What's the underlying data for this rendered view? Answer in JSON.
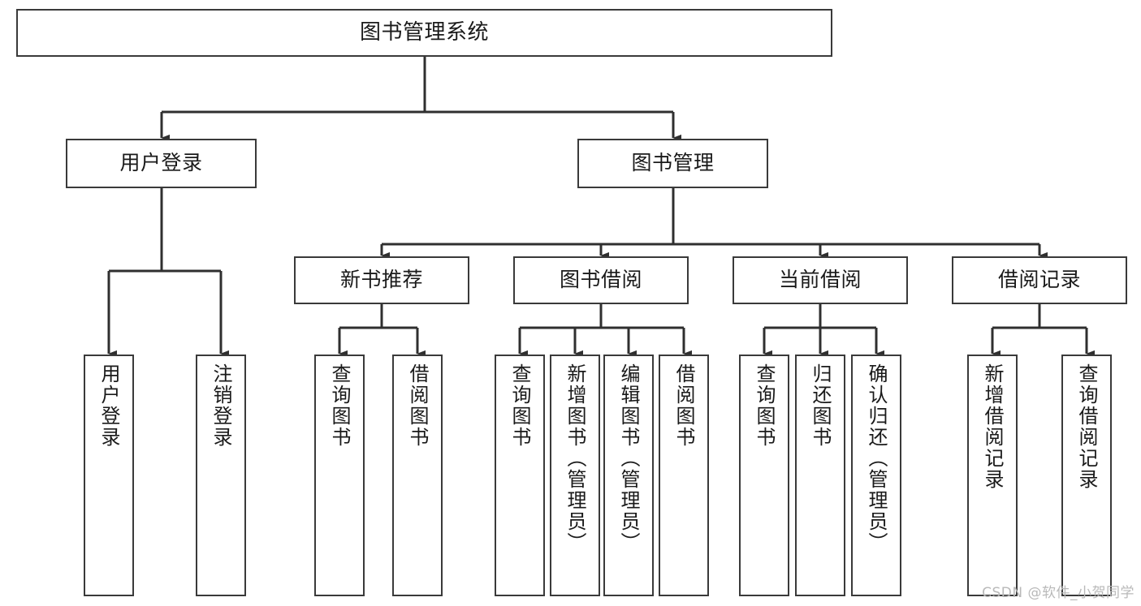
{
  "diagram": {
    "type": "tree-hierarchy",
    "title": "图书管理系统",
    "orientation": "top-down",
    "colors": {
      "node_border": "#3a3a3a",
      "node_fill": "#ffffff",
      "edge": "#2f2f2f",
      "text": "#1a1a1a",
      "watermark": "#b9b9b9",
      "background": "#ffffff"
    }
  },
  "nodes": {
    "root": {
      "label": "图书管理系统"
    },
    "level2": [
      {
        "id": "user-login",
        "label": "用户登录"
      },
      {
        "id": "book-manage",
        "label": "图书管理"
      }
    ],
    "level3": [
      {
        "id": "new-book-recommend",
        "label": "新书推荐"
      },
      {
        "id": "book-borrow",
        "label": "图书借阅"
      },
      {
        "id": "current-borrow",
        "label": "当前借阅"
      },
      {
        "id": "borrow-record",
        "label": "借阅记录"
      }
    ],
    "leaves": {
      "user-login": [
        {
          "id": "leaf-user-login",
          "label": "用户登录"
        },
        {
          "id": "leaf-logout-login",
          "label": "注销登录"
        }
      ],
      "new-book-recommend": [
        {
          "id": "leaf-query-book-1",
          "label": "查询图书"
        },
        {
          "id": "leaf-borrow-book-1",
          "label": "借阅图书"
        }
      ],
      "book-borrow": [
        {
          "id": "leaf-query-book-2",
          "label": "查询图书"
        },
        {
          "id": "leaf-add-book",
          "label": "新增图书（管理员）"
        },
        {
          "id": "leaf-edit-book",
          "label": "编辑图书（管理员）"
        },
        {
          "id": "leaf-borrow-book-2",
          "label": "借阅图书"
        }
      ],
      "current-borrow": [
        {
          "id": "leaf-query-book-3",
          "label": "查询图书"
        },
        {
          "id": "leaf-return-book",
          "label": "归还图书"
        },
        {
          "id": "leaf-confirm-return",
          "label": "确认归还（管理员）"
        }
      ],
      "borrow-record": [
        {
          "id": "leaf-add-borrow-record",
          "label": "新增借阅记录"
        },
        {
          "id": "leaf-query-borrow-record",
          "label": "查询借阅记录"
        }
      ]
    }
  },
  "watermark": {
    "text": "CSDN @软件_小贺同学"
  }
}
